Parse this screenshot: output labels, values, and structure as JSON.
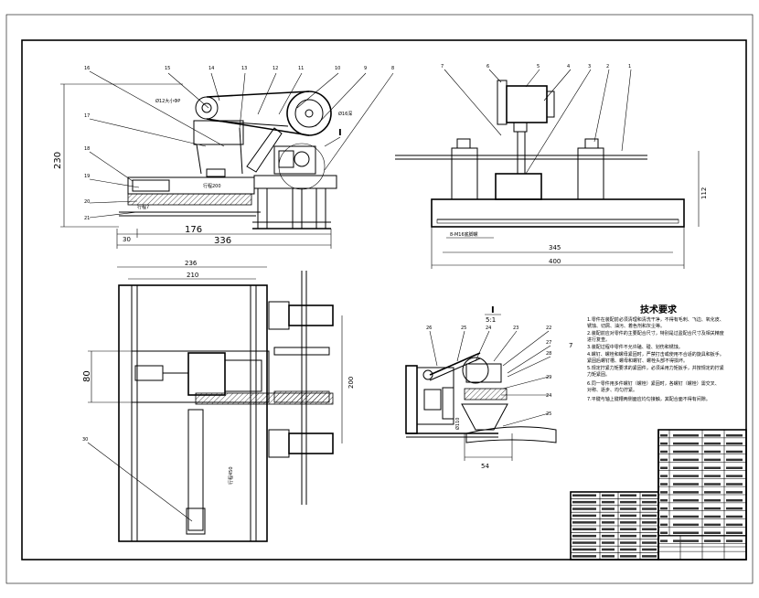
{
  "front_view": {
    "part_numbers": [
      "16",
      "15",
      "14",
      "13",
      "12",
      "11",
      "10",
      "9",
      "8",
      "17",
      "18",
      "19",
      "20",
      "21"
    ],
    "dims": {
      "d_pulley_small": "Ø12大小ΦP",
      "d_pulley_big": "Ø16深",
      "height": "230",
      "stroke": "行程200",
      "stroke2": "行程7",
      "w30": "30",
      "w176": "176",
      "w336": "336"
    }
  },
  "side_view": {
    "part_numbers": [
      "7",
      "6",
      "5",
      "4",
      "3",
      "2",
      "1"
    ],
    "dims": {
      "rail_label": "8-M16底脚螺",
      "w345": "345",
      "w400": "400",
      "h112": "112"
    }
  },
  "plan_view": {
    "dims": {
      "w236": "236",
      "w210": "210",
      "h80": "80",
      "h200": "200",
      "stroke": "行程450"
    },
    "part_number": "30"
  },
  "detail_view": {
    "title": "I",
    "scale": "5:1",
    "part_numbers_top": [
      "26",
      "25",
      "24",
      "23",
      "22"
    ],
    "part_numbers_right": [
      "27",
      "28",
      "29",
      "24",
      "25"
    ],
    "dims": {
      "d_vertical": "Ø110",
      "w54": "54"
    }
  },
  "tech_requirements": {
    "title": "技术要求",
    "side_num": "7",
    "lines": [
      "1.零件在装配前必须清理和清洗干净，不得有毛刺、飞边、氧化皮、",
      "  锈蚀、切屑、油污、着色剂和灰尘等。",
      "2.装配前应对零件的主要配合尺寸，特别是过盈配合尺寸及相关精度",
      "  进行复查。",
      "3.装配过程中零件不允许磕、碰、划伤和锈蚀。",
      "4.螺钉、螺栓和螺母紧固时，严禁打击或使用不合适的旋具和扳手。",
      "  紧固后螺钉槽、螺母和螺钉、螺栓头部不得损坏。",
      "5.规定拧紧力矩要求的紧固件，必须采用力矩扳手，并按规定的拧紧",
      "  力矩紧固。",
      "6.同一零件用多件螺钉（螺栓）紧固时，各螺钉（螺栓）需交叉、",
      "  对称、逐步、均匀拧紧。",
      "7.平键与轴上键槽两侧面应均匀接触，其配合面不得有间隙。"
    ]
  },
  "title_block": {
    "rows": 16,
    "note": "parts list & title block"
  }
}
